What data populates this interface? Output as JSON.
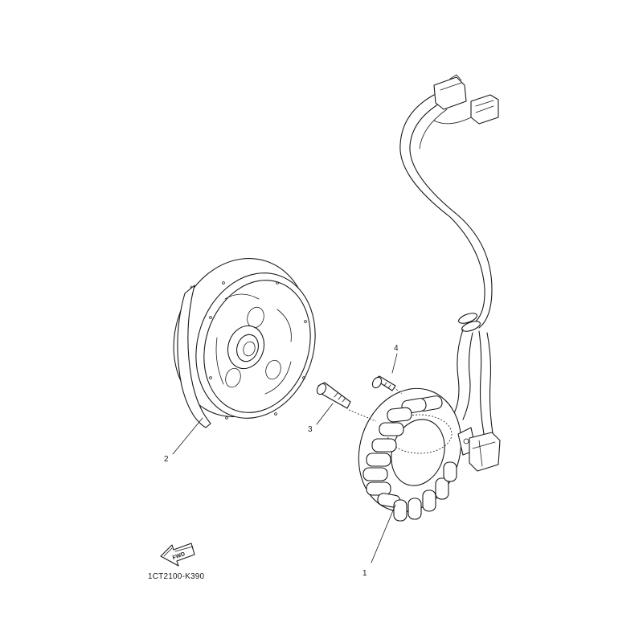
{
  "diagram": {
    "parts": [
      {
        "number": "1",
        "part": "stator"
      },
      {
        "number": "2",
        "part": "rotor"
      },
      {
        "number": "3",
        "part": "bolt"
      },
      {
        "number": "4",
        "part": "screw"
      }
    ],
    "fwd_label": "FWD",
    "code": "1CT2100-K390"
  }
}
